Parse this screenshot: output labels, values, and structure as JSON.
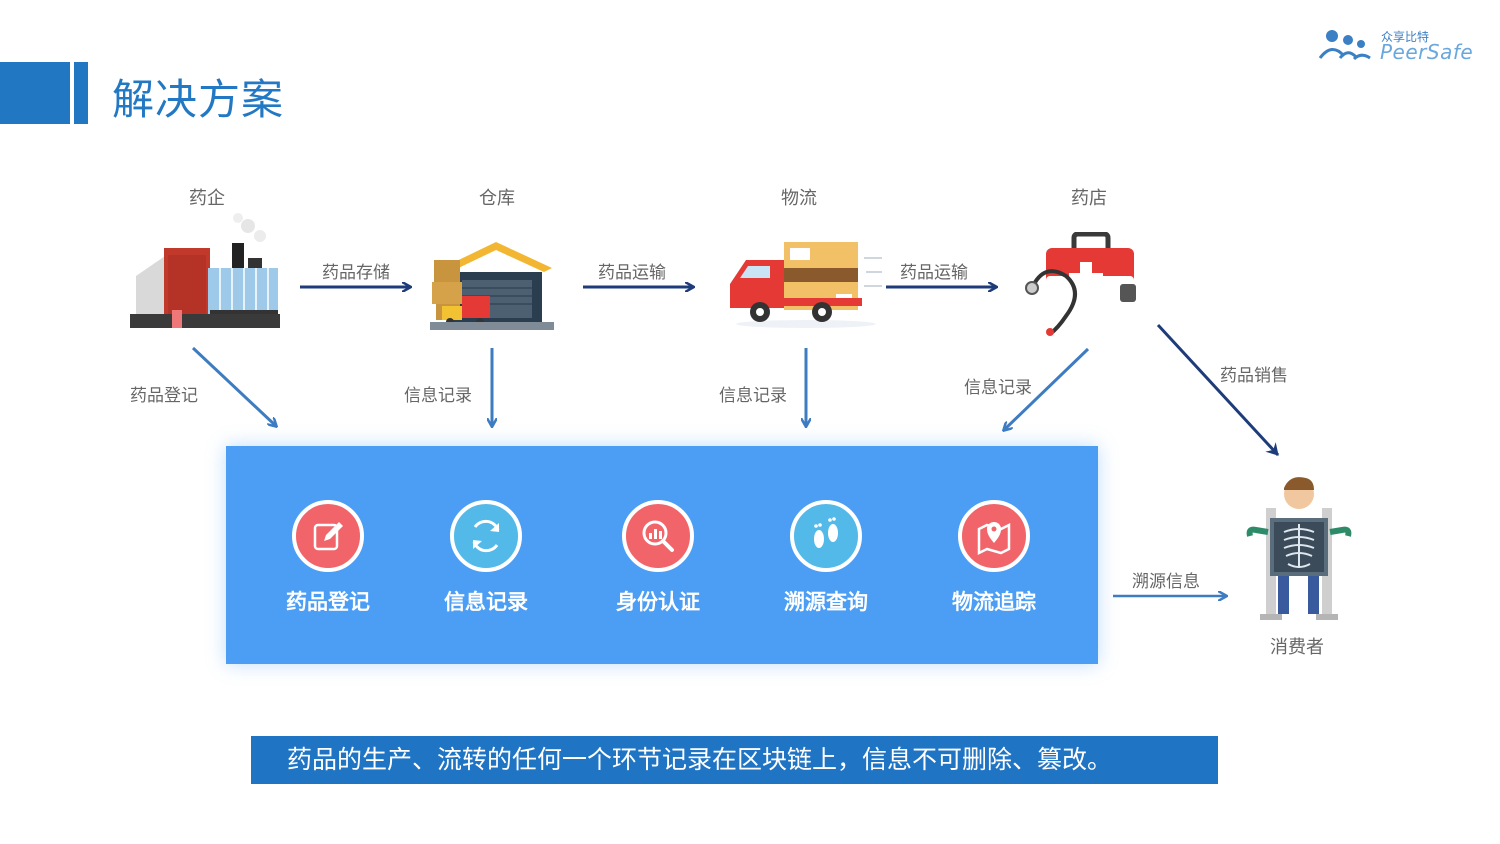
{
  "header": {
    "title": "解决方案",
    "logo_cn": "众享比特",
    "logo_en": "PeerSafe"
  },
  "stages": [
    {
      "label": "药企"
    },
    {
      "label": "仓库"
    },
    {
      "label": "物流"
    },
    {
      "label": "药店"
    }
  ],
  "flow_labels": {
    "storage": "药品存储",
    "transport_1": "药品运输",
    "transport_2": "药品运输",
    "register": "药品登记",
    "record_1": "信息记录",
    "record_2": "信息记录",
    "record_3": "信息记录",
    "sales": "药品销售",
    "trace": "溯源信息"
  },
  "modules": [
    {
      "label": "药品登记",
      "icon": "edit-icon",
      "color": "#f0646a"
    },
    {
      "label": "信息记录",
      "icon": "refresh-icon",
      "color": "#53b9e8"
    },
    {
      "label": "身份认证",
      "icon": "chart-search-icon",
      "color": "#f0646a"
    },
    {
      "label": "溯源查询",
      "icon": "footprint-icon",
      "color": "#53b9e8"
    },
    {
      "label": "物流追踪",
      "icon": "map-pin-icon",
      "color": "#f0646a"
    }
  ],
  "consumer": {
    "label": "消费者"
  },
  "banner": {
    "text": "药品的生产、流转的任何一个环节记录在区块链上，信息不可删除、篡改。"
  },
  "colors": {
    "brand_blue": "#2177c1",
    "platform_blue": "#4b9ef4",
    "arrow_dark": "#1f3c7a",
    "arrow_light": "#3e7cc2"
  }
}
